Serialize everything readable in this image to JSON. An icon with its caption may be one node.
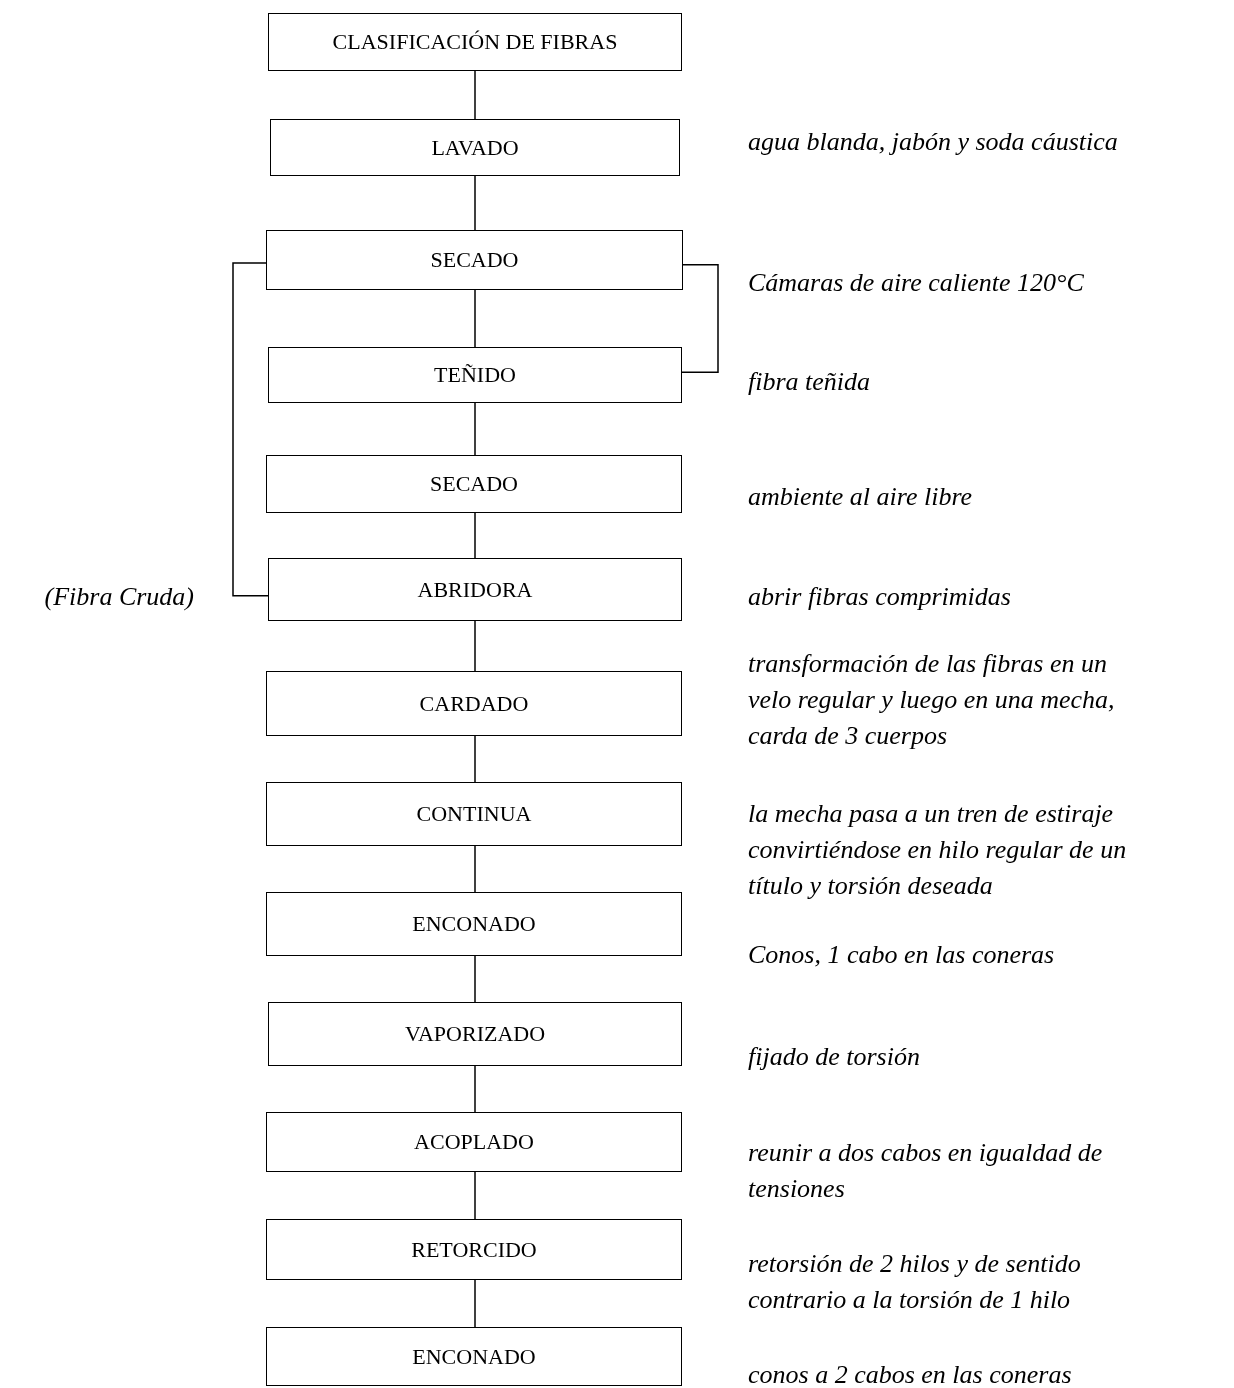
{
  "diagram": {
    "nodes": [
      {
        "text": [
          "CLASIFICACIÓN DE FIBRAS"
        ]
      },
      {
        "text": [
          "LAVADO"
        ],
        "beside": [
          "agua blanda, jabón y soda cáustica"
        ]
      },
      {
        "text": [
          "SECADO"
        ],
        "beside": [
          "Cámaras de aire caliente 120°C"
        ]
      },
      {
        "text": [
          "TEÑIDO"
        ],
        "beside": [
          "fibra teñida"
        ]
      },
      {
        "text": [
          "SECADO"
        ],
        "beside": [
          "ambiente al aire libre"
        ]
      },
      {
        "text": [
          "ABRIDORA"
        ],
        "beside": [
          "abrir fibras comprimidas"
        ]
      },
      {
        "text": [
          "CARDADO"
        ],
        "beside": [
          "transformación de las fibras en un velo regular y luego en una mecha, carda de 3 cuerpos"
        ]
      },
      {
        "text": [
          "CONTINUA"
        ],
        "beside": [
          "la mecha pasa a un tren de estiraje convirtiéndose en hilo regular de un título y torsión deseada"
        ]
      },
      {
        "text": [
          "ENCONADO"
        ],
        "beside": [
          "Conos, 1 cabo en las coneras"
        ]
      },
      {
        "text": [
          "VAPORIZADO"
        ],
        "beside": [
          "fijado de torsión"
        ]
      },
      {
        "text": [
          "ACOPLADO"
        ],
        "beside": [
          "reunir a dos cabos en igualdad de tensiones"
        ]
      },
      {
        "text": [
          "RETORCIDO"
        ],
        "beside": [
          "retorsión de 2 hilos y de sentido contrario a la torsión de 1 hilo"
        ]
      },
      {
        "text": [
          "ENCONADO"
        ],
        "beside": [
          "conos a 2 cabos en las coneras"
        ]
      }
    ],
    "edges": [
      {
        "from": 0,
        "to": 1,
        "arrow": "none"
      },
      {
        "from": 1,
        "to": 2,
        "arrow": "none"
      },
      {
        "from": 2,
        "to": 3,
        "arrow": "none"
      },
      {
        "from": 3,
        "to": 4,
        "arrow": "none"
      },
      {
        "from": 4,
        "to": 5,
        "arrow": "none"
      },
      {
        "from": 5,
        "to": 6,
        "arrow": "none"
      },
      {
        "from": 6,
        "to": 7,
        "arrow": "none"
      },
      {
        "from": 7,
        "to": 8,
        "arrow": "none"
      },
      {
        "from": 8,
        "to": 9,
        "arrow": "none"
      },
      {
        "from": 9,
        "to": 10,
        "arrow": "none"
      },
      {
        "from": 10,
        "to": 11,
        "arrow": "none"
      },
      {
        "from": 11,
        "to": 12,
        "arrow": "none"
      },
      {
        "from": 2,
        "to": 5,
        "arrow": "none",
        "label": "(Fibra Cruda)"
      },
      {
        "from": 2,
        "to": 3,
        "arrow": "none"
      }
    ]
  }
}
